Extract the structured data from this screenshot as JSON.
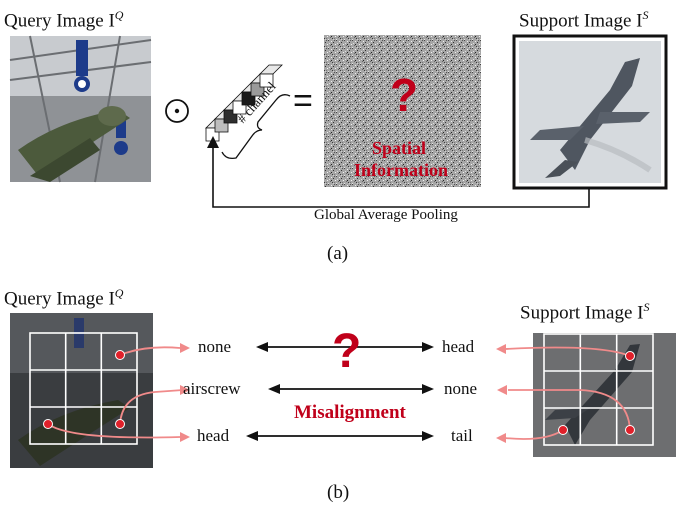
{
  "panel_a": {
    "query_label": "Query Image I",
    "query_sup": "Q",
    "support_label": "Support Image I",
    "support_sup": "S",
    "odot_symbol": "⊙",
    "equals_symbol": "=",
    "channel_label": "# channel",
    "question_mark": "?",
    "spatial_line1": "Spatial",
    "spatial_line2": "Information",
    "gap_label": "Global Average Pooling",
    "caption": "(a)"
  },
  "panel_b": {
    "query_label": "Query Image I",
    "query_sup": "Q",
    "support_label": "Support Image I",
    "support_sup": "S",
    "left_words": [
      "none",
      "airscrew",
      "head"
    ],
    "right_words": [
      "head",
      "none",
      "tail"
    ],
    "question_mark": "?",
    "misalignment_label": "Misalignment",
    "caption": "(b)"
  },
  "colors": {
    "accent_red": "#c0001a",
    "point_red": "#e0202a",
    "link_pink": "#f08a8a",
    "grid_white": "#ffffff"
  }
}
